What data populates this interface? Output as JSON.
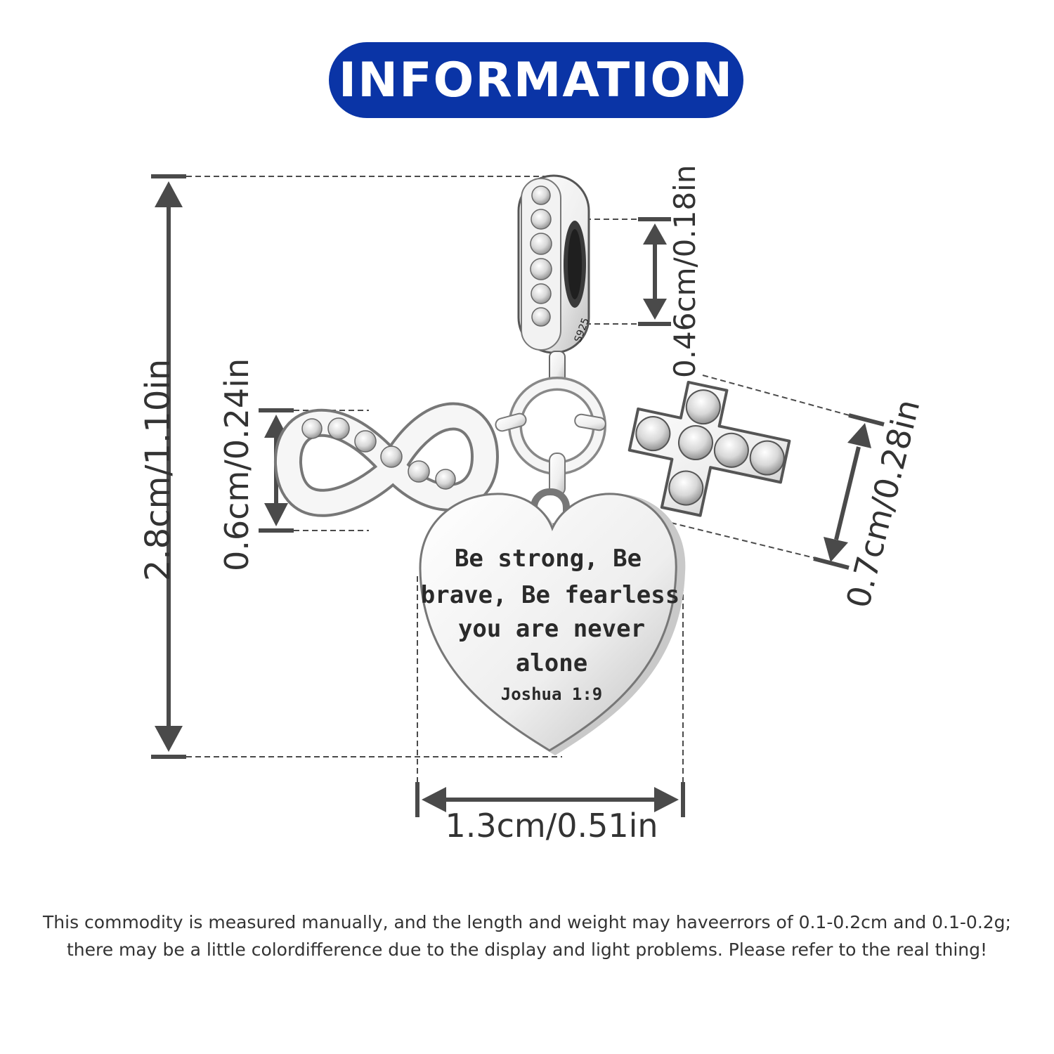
{
  "header": {
    "title": "INFORMATION"
  },
  "colors": {
    "banner": "#0a34a6",
    "dimension_line": "#4a4a4a",
    "text": "#333333"
  },
  "dimensions": {
    "total_height": "2.8cm/1.10in",
    "bail_hole": "0.46cm/0.18in",
    "infinity_height": "0.6cm/0.24in",
    "cross_size": "0.7cm/0.28in",
    "heart_width": "1.3cm/0.51in"
  },
  "charm": {
    "bail_stamp": "S925",
    "engraving": {
      "line1": "Be strong, Be",
      "line2": "brave, Be fearless",
      "line3": "you are never",
      "line4": "alone",
      "reference": "Joshua 1:9"
    }
  },
  "footer": {
    "line1": "This commodity is measured manually, and the length and weight may haveerrors of 0.1-0.2cm and 0.1-0.2g;",
    "line2": "there may be a little colordifference due to the display and light problems. Please refer to the real thing!"
  }
}
